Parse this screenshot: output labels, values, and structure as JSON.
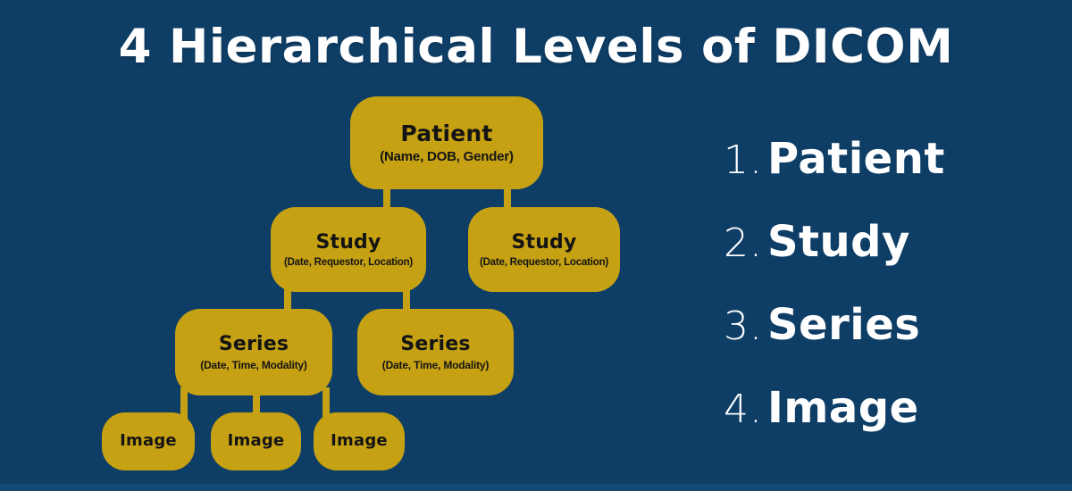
{
  "title": {
    "text": "4 Hierarchical Levels of DICOM"
  },
  "palette": {
    "background": "#0E3E66",
    "node_fill": "#C6A113",
    "node_text": "#141414",
    "title_text": "#FFFFFF",
    "footer_strip": "#134A75"
  },
  "tree": {
    "nodes": [
      {
        "id": "patient",
        "label": "Patient",
        "sublabel": "(Name, DOB, Gender)"
      },
      {
        "id": "study-1",
        "label": "Study",
        "sublabel": "(Date, Requestor, Location)"
      },
      {
        "id": "study-2",
        "label": "Study",
        "sublabel": "(Date, Requestor, Location)"
      },
      {
        "id": "series-1",
        "label": "Series",
        "sublabel": "(Date, Time, Modality)"
      },
      {
        "id": "series-2",
        "label": "Series",
        "sublabel": "(Date, Time, Modality)"
      },
      {
        "id": "image-1",
        "label": "Image"
      },
      {
        "id": "image-2",
        "label": "Image"
      },
      {
        "id": "image-3",
        "label": "Image"
      }
    ],
    "edges": [
      "patient-study-1",
      "patient-study-2",
      "study-1-series-1",
      "study-1-series-2",
      "series-1-image-1",
      "series-1-image-2",
      "series-1-image-3"
    ]
  },
  "legend": {
    "items": [
      {
        "number": "1.",
        "label": "Patient"
      },
      {
        "number": "2.",
        "label": "Study"
      },
      {
        "number": "3.",
        "label": "Series"
      },
      {
        "number": "4.",
        "label": "Image"
      }
    ]
  }
}
